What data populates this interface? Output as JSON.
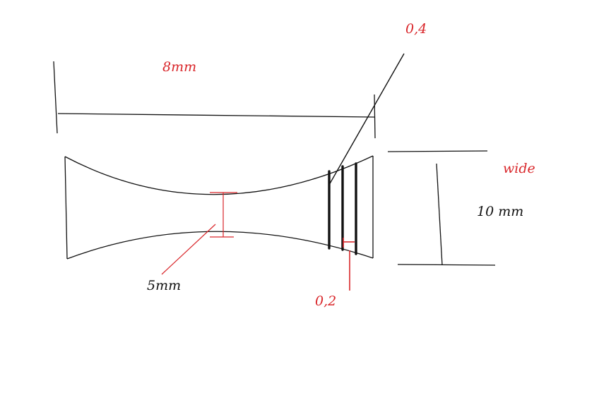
{
  "labels": {
    "length": "8mm",
    "tip": "0,4",
    "width_word": "wide",
    "width_value": "10 mm",
    "neck": "5mm",
    "gap": "0,2"
  },
  "colors": {
    "annotation_red": "#d9262a",
    "outline_black": "#111111",
    "background": "#ffffff"
  }
}
